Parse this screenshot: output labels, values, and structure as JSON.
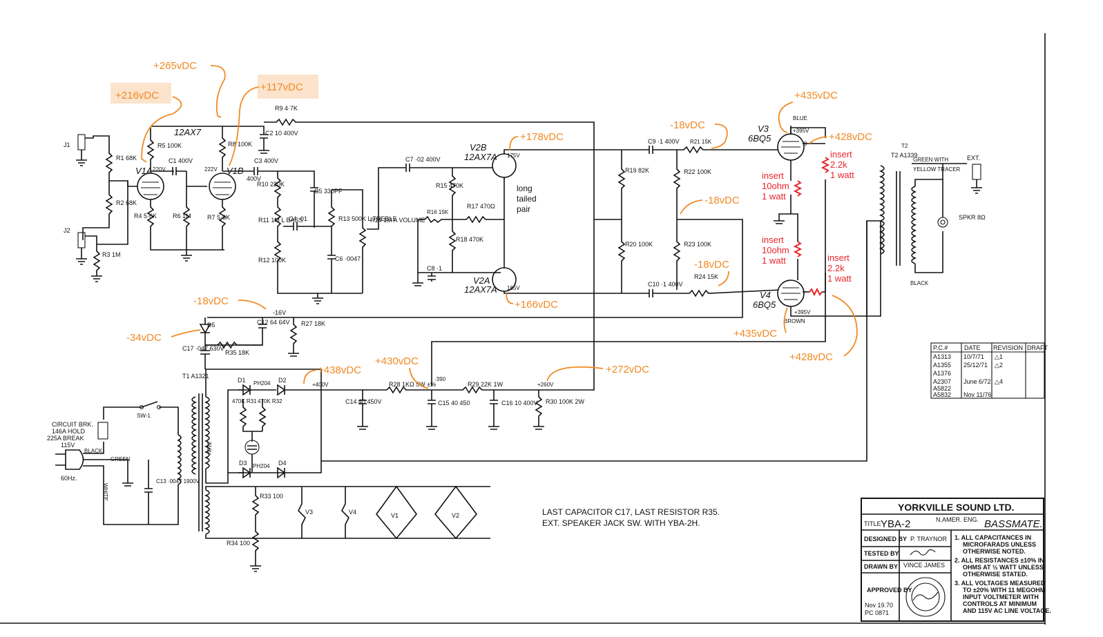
{
  "title_block": {
    "company": "YORKVILLE SOUND LTD.",
    "title_label": "TITLE",
    "model": "YBA-2",
    "model_suffix": "N.AMER. ENG.",
    "name": "BASSMATE.",
    "designed_by_label": "DESIGNED BY",
    "designed_by": "P. TRAYNOR",
    "tested_by_label": "TESTED BY",
    "drawn_by_label": "DRAWN BY",
    "drawn_by": "VINCE JAMES",
    "approved_label": "APPROVED BY",
    "approved_date": "Nov 19.70",
    "approved_code": "PC 0871",
    "notes": [
      "1. ALL CAPACITANCES IN MICROFARADS UNLESS OTHERWISE NOTED.",
      "2. ALL RESISTANCES ±10% IN OHMS AT ½ WATT UNLESS OTHERWISE STATED.",
      "3. ALL VOLTAGES MEASURED TO ±20% WITH 11 MEGOHM INPUT VOLTMETER WITH CONTROLS AT MINIMUM AND 115V AC LINE VOLTAGE."
    ]
  },
  "revision_table": {
    "headers": [
      "P.C.#",
      "DATE",
      "REVISION",
      "DRAFT"
    ],
    "rows": [
      [
        "A1313",
        "10/7/71",
        "△1",
        ""
      ],
      [
        "A1355",
        "25/12/71",
        "△2",
        ""
      ],
      [
        "A1376",
        "",
        "",
        ""
      ],
      [
        "A2307",
        "June 6/72",
        "△4",
        ""
      ],
      [
        "A5822",
        "",
        "",
        ""
      ],
      [
        "A5832",
        "Nov 11/76",
        "",
        ""
      ]
    ]
  },
  "annotations": {
    "v_216": "+216vDC",
    "v_265": "+265vDC",
    "v_117": "+117vDC",
    "v_178": "+178vDC",
    "v_166": "+166vDC",
    "v_435_top": "+435vDC",
    "v_428_top": "+428vDC",
    "v_m18_a": "-18vDC",
    "v_m18_b": "-18vDC",
    "v_m18_c": "-18vDC",
    "v_m18_d": "-18vDC",
    "v_m34": "-34vDC",
    "v_438": "+438vDC",
    "v_430": "+430vDC",
    "v_272": "+272vDC",
    "v_435_bot": "+435vDC",
    "v_428_bot": "+428vDC",
    "long_tailed": [
      "long",
      "tailed",
      "pair"
    ],
    "insert_2k2_a": [
      "insert",
      "2.2k",
      "1 watt"
    ],
    "insert_10_a": [
      "insert",
      "10ohm",
      "1 watt"
    ],
    "insert_10_b": [
      "insert",
      "10ohm",
      "1 watt"
    ],
    "insert_2k2_b": [
      "insert",
      "2.2k",
      "1 watt"
    ]
  },
  "schematic_labels": {
    "tube_type_v1": "12AX7",
    "v1a": "V1A",
    "v1b": "V1B",
    "v2b": "V2B",
    "v2b_type": "12AX7A",
    "v2a": "V2A",
    "v2a_type": "12AX7A",
    "v3": "V3",
    "v3_type": "6BQ5",
    "v4": "V4",
    "v4_type": "6BQ5",
    "j1": "J1",
    "j2": "J2",
    "r1": "R1 68K",
    "r2": "R2 68K",
    "r3": "R3 1M",
    "r4": "R4 5·6K",
    "r5": "R5 100K",
    "r6": "R6 1M",
    "r7": "R7 5·6K",
    "r8": "R8 100K",
    "r9": "R9 4·7K",
    "r10": "R10 220K",
    "r11": "R11 1M L BASS",
    "r12": "R12 100K",
    "r13": "R13 500K L TREBLE",
    "r14": "R14 1M A VOLUME",
    "r15": "R15 470K",
    "r16": "R16 15K",
    "r17": "R17 470Ω",
    "r18": "R18 470K",
    "r19": "R19 82K",
    "r20": "R20 100K",
    "r21": "R21 15K",
    "r22": "R22 100K",
    "r23": "R23 100K",
    "r24": "R24 15K",
    "r27": "R27 18K",
    "r28": "R28 1KΩ 5W ±%",
    "r29": "R29 22K 1W",
    "r30": "R30 100K 2W",
    "r31": "470K R31",
    "r32": "470K R32",
    "r33": "R33 100",
    "r34": "R34 100",
    "r35": "R35 18K",
    "c1": "C1 400V",
    "c2": "C2 10 400V",
    "c3": "C3 400V",
    "c4": "C4 ·01",
    "c5": "C5 330PF",
    "c6": "C6 ·0047",
    "c7": "C7 ·02 400V",
    "c8": "C8 ·1",
    "c9": "C9 ·1 400V",
    "c10": "C10 ·1 400V",
    "c12": "C12 64 64V",
    "c13": "C13 ·0047 1900V",
    "c14": "C14 40 450V",
    "c15": "C15 40 450",
    "c16": "C16 10 400V",
    "c17": "C17 ·047 630V",
    "t1": "T1 A1321",
    "t2": "T2 A1339",
    "d1": "D1",
    "d2": "D2",
    "d3": "D3",
    "d4": "D4",
    "d5": "D5",
    "rect_top": "PH204",
    "rect_bot": "PH204",
    "sw1": "SW-1",
    "circuit_brk": [
      "CIRCUIT BRK.",
      "146A HOLD",
      "225A BREAK",
      "115V"
    ],
    "black": "BLACK",
    "green": "GREEN",
    "white": "WHITE",
    "hz": "60Hz.",
    "sec_310": "310V",
    "green_with": "GREEN WITH",
    "yellow_tracer": "YELLOW TRACER",
    "black_lead": "BLACK",
    "blue": "BLUE",
    "brown": "BROWN",
    "ext": "EXT.",
    "spkr": "SPKR 8Ω",
    "v_220": "220V",
    "v_222": "222V",
    "v_400_c3": "400V",
    "v_175": "175V",
    "v_165": "165V",
    "v_395a": "+395V",
    "v_395b": "+395V",
    "v_m16": "-16V",
    "v_400": "+400V",
    "v_390": "·390",
    "v_260": "+260V",
    "heater_v3": "V3",
    "heater_v4": "V4",
    "heater_v1": "V1",
    "heater_v2": "V2",
    "note_line1": "LAST CAPACITOR C17, LAST RESISTOR R35.",
    "note_line2": "EXT. SPEAKER JACK SW. WITH YBA-2H."
  },
  "colors": {
    "annotation": "#f08a24",
    "annotation_box": "#fbe3cc",
    "insert": "#e8242a",
    "ink": "#111111"
  }
}
